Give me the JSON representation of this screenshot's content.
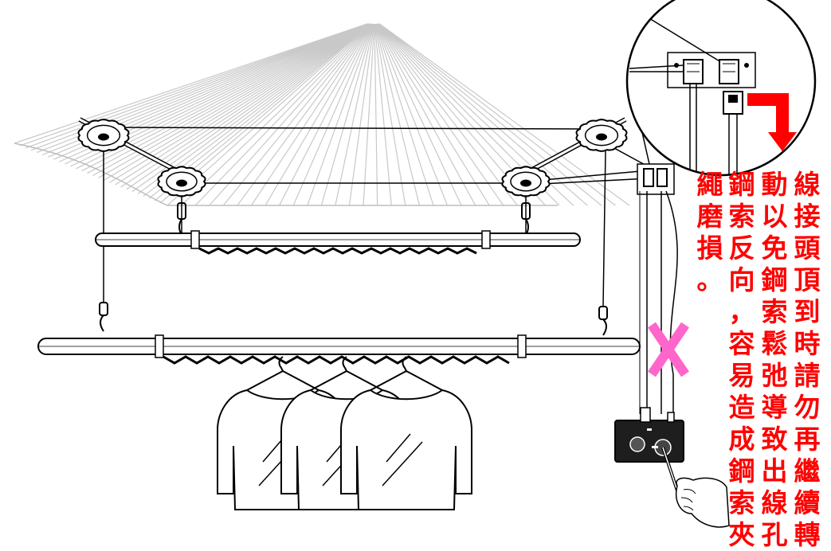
{
  "colors": {
    "warning_text": "#ff0000",
    "arrow": "#ff0000",
    "cross_mark": "#ff66cc",
    "line_art": "#000000",
    "ceiling_rays": "#c8c8c8"
  },
  "warning": {
    "columns": [
      "線接頭頂到時請勿再繼續轉",
      "動以免鋼索鬆弛導致出線孔",
      "鋼索反向，容易造成鋼索夾",
      "繩磨損。"
    ]
  },
  "icons": [
    "red-arrow-icon",
    "pink-x-icon",
    "magnifier-circle",
    "control-box",
    "hand-crank",
    "shirt-icon"
  ]
}
